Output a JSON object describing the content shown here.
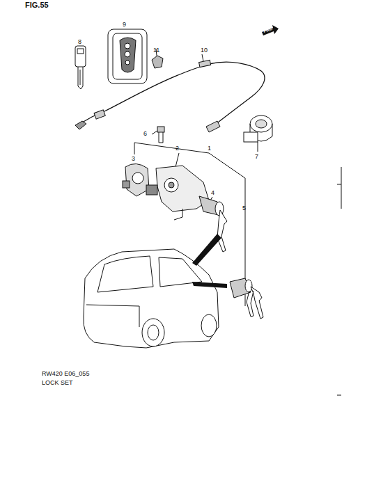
{
  "diagram": {
    "labels": [
      "FIG.55",
      "9",
      "8",
      "11",
      "10",
      "FWD",
      "6",
      "2",
      "1",
      "3",
      "4",
      "7",
      "5",
      "RW420 E06_055",
      "LOCK SET"
    ]
  }
}
